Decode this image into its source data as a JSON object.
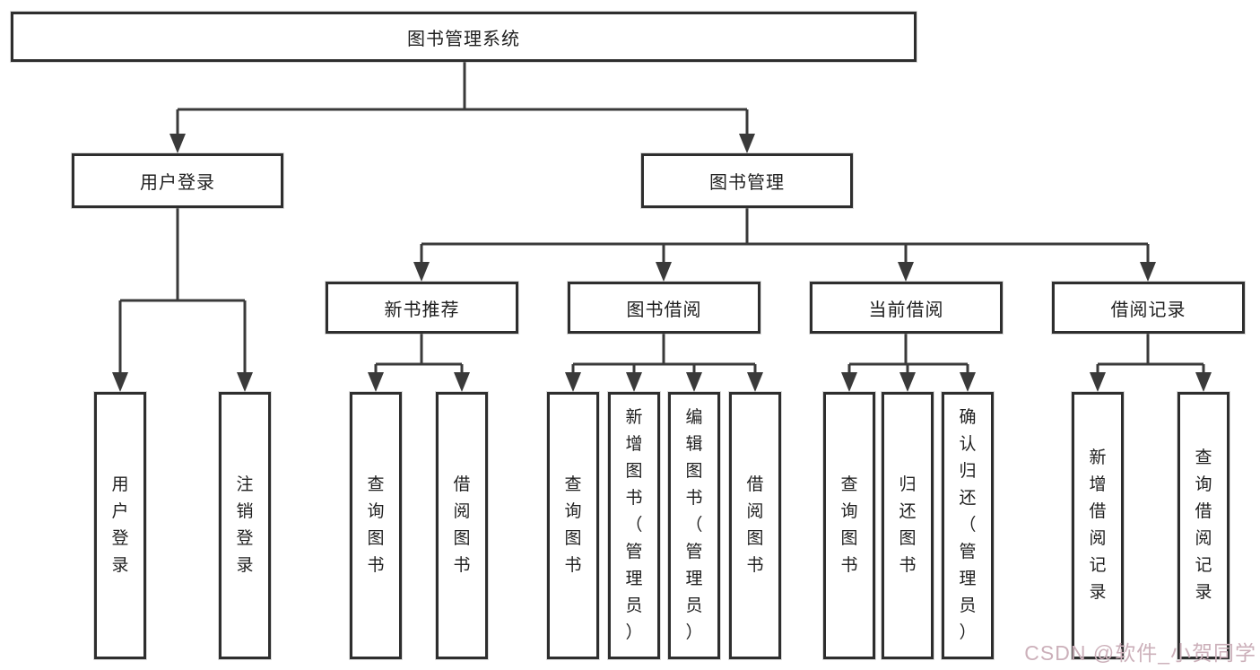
{
  "diagram": {
    "root": {
      "label": "图书管理系统"
    },
    "branches": {
      "user_login": {
        "label": "用户登录",
        "children": [
          {
            "label": "用户登录"
          },
          {
            "label": "注销登录"
          }
        ]
      },
      "book_mgmt": {
        "label": "图书管理",
        "modules": [
          {
            "label": "新书推荐",
            "children": [
              {
                "label": "查询图书"
              },
              {
                "label": "借阅图书"
              }
            ]
          },
          {
            "label": "图书借阅",
            "children": [
              {
                "label": "查询图书"
              },
              {
                "label": "新增图书（管理员）"
              },
              {
                "label": "编辑图书（管理员）"
              },
              {
                "label": "借阅图书"
              }
            ]
          },
          {
            "label": "当前借阅",
            "children": [
              {
                "label": "查询图书"
              },
              {
                "label": "归还图书"
              },
              {
                "label": "确认归还（管理员）"
              }
            ]
          },
          {
            "label": "借阅记录",
            "children": [
              {
                "label": "新增借阅记录"
              },
              {
                "label": "查询借阅记录"
              }
            ]
          }
        ]
      }
    },
    "line_color": "#3a3a3a",
    "border_color": "#2e2e2e"
  },
  "watermark": {
    "text": "CSDN @软件_小贺同学",
    "color": "#ccb0ba"
  }
}
